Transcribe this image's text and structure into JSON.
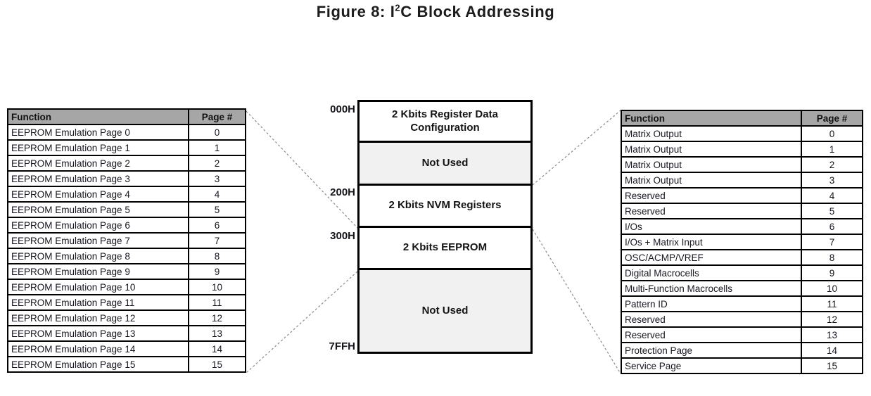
{
  "title": {
    "prefix": "Figure 8: I",
    "sup": "2",
    "suffix": "C Block Addressing"
  },
  "left_table": {
    "headers": [
      "Function",
      "Page #"
    ],
    "rows": [
      [
        "EEPROM Emulation Page 0",
        "0"
      ],
      [
        "EEPROM Emulation Page 1",
        "1"
      ],
      [
        "EEPROM Emulation Page 2",
        "2"
      ],
      [
        "EEPROM Emulation Page 3",
        "3"
      ],
      [
        "EEPROM Emulation Page 4",
        "4"
      ],
      [
        "EEPROM Emulation Page 5",
        "5"
      ],
      [
        "EEPROM Emulation Page 6",
        "6"
      ],
      [
        "EEPROM Emulation Page 7",
        "7"
      ],
      [
        "EEPROM Emulation Page 8",
        "8"
      ],
      [
        "EEPROM Emulation Page 9",
        "9"
      ],
      [
        "EEPROM Emulation Page 10",
        "10"
      ],
      [
        "EEPROM Emulation Page 11",
        "11"
      ],
      [
        "EEPROM Emulation Page 12",
        "12"
      ],
      [
        "EEPROM Emulation Page 13",
        "13"
      ],
      [
        "EEPROM Emulation Page 14",
        "14"
      ],
      [
        "EEPROM Emulation Page 15",
        "15"
      ]
    ]
  },
  "right_table": {
    "headers": [
      "Function",
      "Page #"
    ],
    "rows": [
      [
        "Matrix Output",
        "0"
      ],
      [
        "Matrix Output",
        "1"
      ],
      [
        "Matrix Output",
        "2"
      ],
      [
        "Matrix Output",
        "3"
      ],
      [
        "Reserved",
        "4"
      ],
      [
        "Reserved",
        "5"
      ],
      [
        "I/Os",
        "6"
      ],
      [
        "I/Os + Matrix Input",
        "7"
      ],
      [
        "OSC/ACMP/VREF",
        "8"
      ],
      [
        "Digital Macrocells",
        "9"
      ],
      [
        "Multi-Function Macrocells",
        "10"
      ],
      [
        "Pattern ID",
        "11"
      ],
      [
        "Reserved",
        "12"
      ],
      [
        "Reserved",
        "13"
      ],
      [
        "Protection Page",
        "14"
      ],
      [
        "Service Page",
        "15"
      ]
    ]
  },
  "memory_map": {
    "address_labels": [
      "000H",
      "200H",
      "300H",
      "7FFH"
    ],
    "blocks": [
      {
        "label": "2 Kbits Register Data Configuration",
        "used": true
      },
      {
        "label": "Not Used",
        "used": false
      },
      {
        "label": "2 Kbits NVM Registers",
        "used": true
      },
      {
        "label": "2 Kbits EEPROM",
        "used": true
      },
      {
        "label": "Not Used",
        "used": false
      }
    ]
  },
  "colors": {
    "table_header_bg": "#a6a6a6",
    "not_used_bg": "#f1f1f1",
    "border": "#000000",
    "connector_line": "#8a8a8a"
  }
}
